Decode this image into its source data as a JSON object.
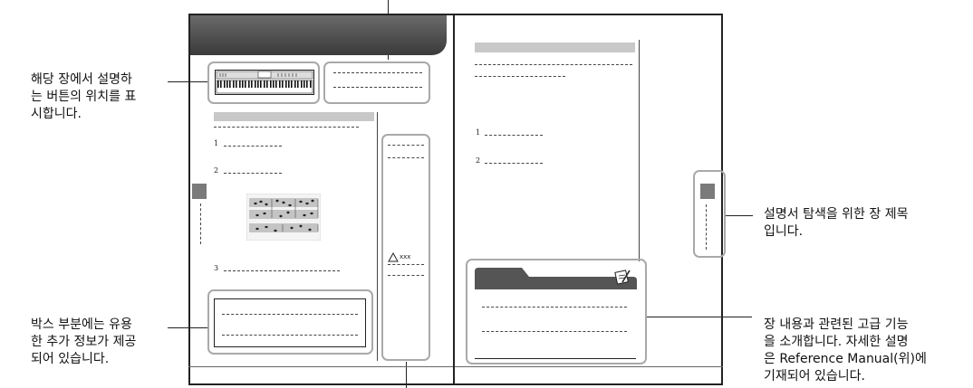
{
  "callouts": {
    "button_location": "해당 장에서 설명하\n는 버튼의 위치를 표\n시합니다.",
    "box_info": "박스 부분에는 유용\n한 추가 정보가 제공\n되어 있습니다.",
    "chapter_title": "설명서 탐색을 위한 장 제목\n입니다.",
    "advanced": "장 내용과 관련된 고급 기능\n을 소개합니다. 자세한 설명\n은 Reference Manual(위)에\n기재되어 있습니다."
  },
  "left_page": {
    "steps": [
      "1",
      "2",
      "3"
    ],
    "warning_text": "xxx"
  },
  "right_page": {
    "steps": [
      "1",
      "2"
    ]
  },
  "colors": {
    "header_dark": "#4a4a4a",
    "callout_box": "#a9a9a9",
    "heading_bar": "#c8c8c8",
    "tab": "#7a7a7a"
  },
  "icons": [
    "keyboard-icon",
    "score-icon",
    "warning-triangle-icon",
    "memo-pencil-icon"
  ]
}
